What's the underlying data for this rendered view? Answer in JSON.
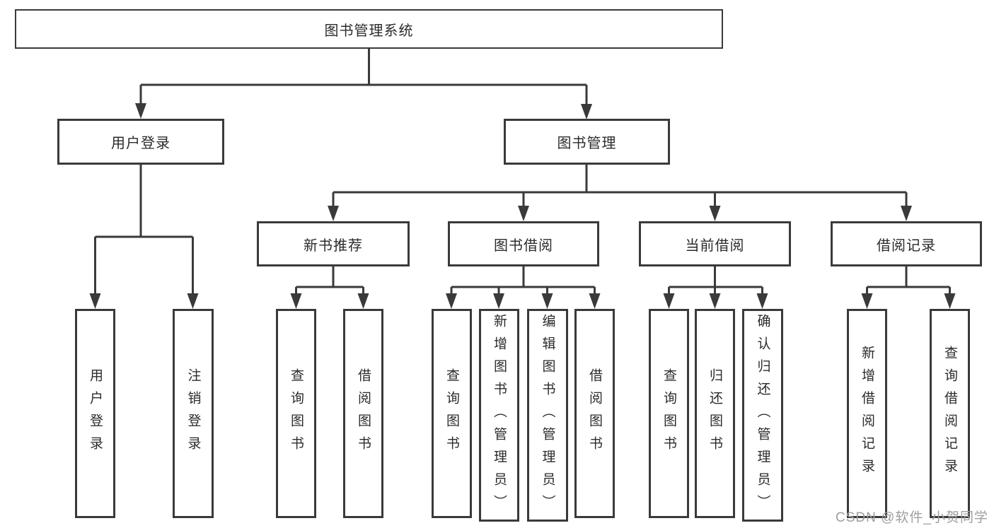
{
  "diagram": {
    "root": {
      "label": "图书管理系统"
    },
    "level1": [
      {
        "label": "用户登录"
      },
      {
        "label": "图书管理"
      }
    ],
    "level2": [
      {
        "label": "新书推荐",
        "parent": "图书管理"
      },
      {
        "label": "图书借阅",
        "parent": "图书管理"
      },
      {
        "label": "当前借阅",
        "parent": "图书管理"
      },
      {
        "label": "借阅记录",
        "parent": "图书管理"
      }
    ],
    "leaves": [
      {
        "label": "用户登录",
        "parent": "用户登录"
      },
      {
        "label": "注销登录",
        "parent": "用户登录"
      },
      {
        "label": "查询图书",
        "parent": "新书推荐"
      },
      {
        "label": "借阅图书",
        "parent": "新书推荐"
      },
      {
        "label": "查询图书",
        "parent": "图书借阅"
      },
      {
        "label": "新增图书（管理员）",
        "parent": "图书借阅"
      },
      {
        "label": "编辑图书（管理员）",
        "parent": "图书借阅"
      },
      {
        "label": "借阅图书",
        "parent": "图书借阅"
      },
      {
        "label": "查询图书",
        "parent": "当前借阅"
      },
      {
        "label": "归还图书",
        "parent": "当前借阅"
      },
      {
        "label": "确认归还（管理员）",
        "parent": "当前借阅"
      },
      {
        "label": "新增借阅记录",
        "parent": "借阅记录"
      },
      {
        "label": "查询借阅记录",
        "parent": "借阅记录"
      }
    ]
  },
  "watermark": {
    "text": "CSDN @软件_小贺同学"
  },
  "colors": {
    "line": "#3a3a3a",
    "text": "#2b2b2b",
    "watermark": "#9e9e9e",
    "background": "#ffffff"
  }
}
